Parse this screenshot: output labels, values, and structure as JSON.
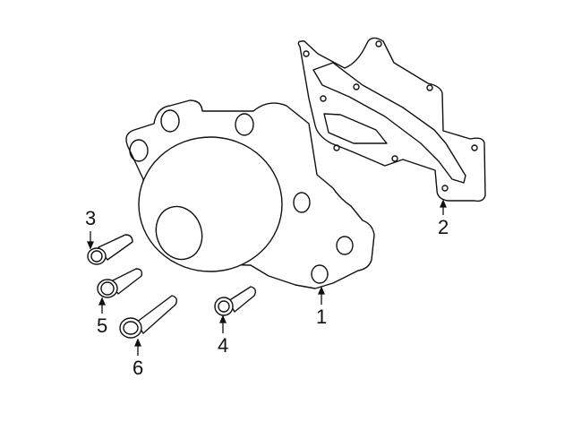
{
  "diagram": {
    "type": "exploded parts diagram",
    "subject": "water pump assembly",
    "callouts": [
      {
        "id": "1",
        "label": "1",
        "part": "water-pump"
      },
      {
        "id": "2",
        "label": "2",
        "part": "gasket"
      },
      {
        "id": "3",
        "label": "3",
        "part": "bolt"
      },
      {
        "id": "4",
        "label": "4",
        "part": "bolt"
      },
      {
        "id": "5",
        "label": "5",
        "part": "bolt"
      },
      {
        "id": "6",
        "label": "6",
        "part": "bolt"
      }
    ],
    "colors": {
      "line": "#111111",
      "background": "#ffffff"
    }
  }
}
